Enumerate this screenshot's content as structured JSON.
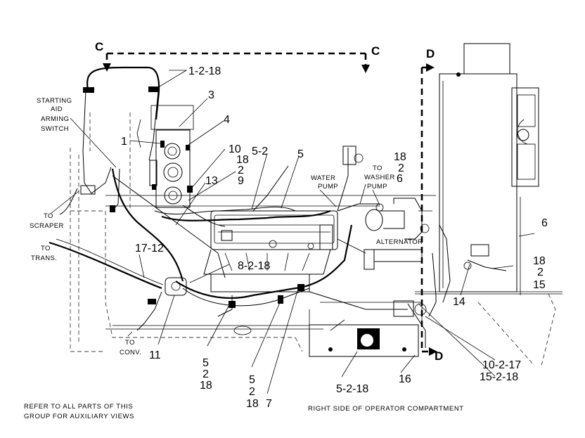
{
  "section_markers": {
    "c_left": "C",
    "c_right": "C",
    "d_top": "D",
    "d_bottom": "D"
  },
  "labels": {
    "starting_aid_1": "STARTING",
    "starting_aid_2": "AID",
    "starting_aid_3": "ARMING",
    "starting_aid_4": "SWITCH",
    "to_scraper_1": "TO",
    "to_scraper_2": "SCRAPER",
    "to_trans_1": "TO",
    "to_trans_2": "TRANS.",
    "to_conv_1": "TO",
    "to_conv_2": "CONV.",
    "water_pump_1": "WATER",
    "water_pump_2": "PUMP",
    "to_washer_1": "TO",
    "to_washer_2": "WASHER",
    "to_washer_3": "PUMP",
    "alternator": "ALTERNATOR"
  },
  "callouts": {
    "c_1_2_18": "1-2-18",
    "c_3": "3",
    "c_4": "4",
    "c_1": "1",
    "c_10": "10",
    "c_18a": "18",
    "c_2a": "2",
    "c_9": "9",
    "c_13": "13",
    "c_5_2": "5-2",
    "c_5": "5",
    "c_18b": "18",
    "c_2b": "2",
    "c_6a": "6",
    "c_6b": "6",
    "c_18c": "18",
    "c_2c": "2",
    "c_15": "15",
    "c_14": "14",
    "c_17_12": "17-12",
    "c_8_2_18": "8-2-18",
    "c_11": "11",
    "c_5_left": "5",
    "c_2_left": "2",
    "c_18_left": "18",
    "c_5_mid": "5",
    "c_2_mid": "2",
    "c_18_mid": "18",
    "c_7": "7",
    "c_5_2_18": "5-2-18",
    "c_16": "16",
    "c_10_2_17": "10-2-17",
    "c_15_2_18": "15-2-18"
  },
  "footer": {
    "refer_1": "REFER TO ALL PARTS OF THIS",
    "refer_2": "GROUP FOR AUXILIARY VIEWS",
    "right_side": "RIGHT SIDE OF OPERATOR COMPARTMENT"
  }
}
